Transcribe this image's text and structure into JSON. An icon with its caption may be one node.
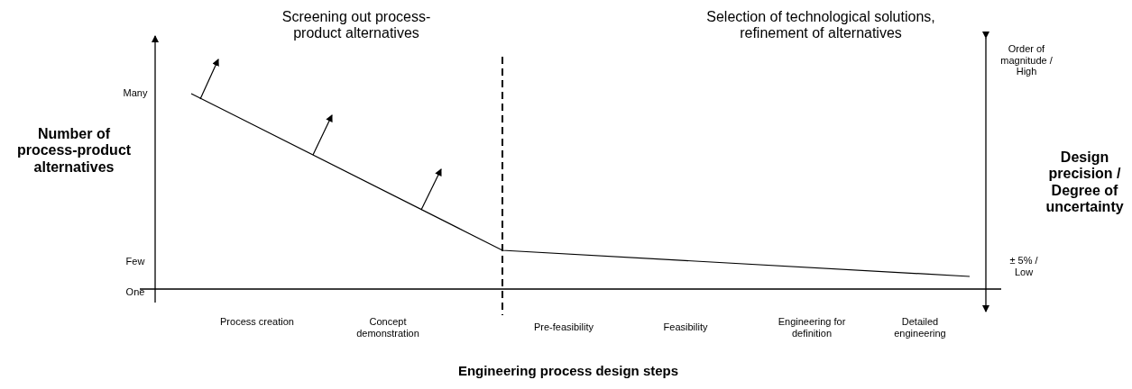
{
  "diagram": {
    "labels": [
      "Screening out process-product alternatives",
      "Selection of technological solutions, refinement of alternatives",
      "Order of magnitude / High",
      "Many",
      "Number of process-product alternatives",
      "Design precision / Degree of uncertainty",
      "Few",
      "± 5% / Low",
      "One",
      "Process creation",
      "Concept demonstration",
      "Pre-feasibility",
      "Feasibility",
      "Engineering for definition",
      "Detailed engineering",
      "Engineering process design steps"
    ]
  }
}
